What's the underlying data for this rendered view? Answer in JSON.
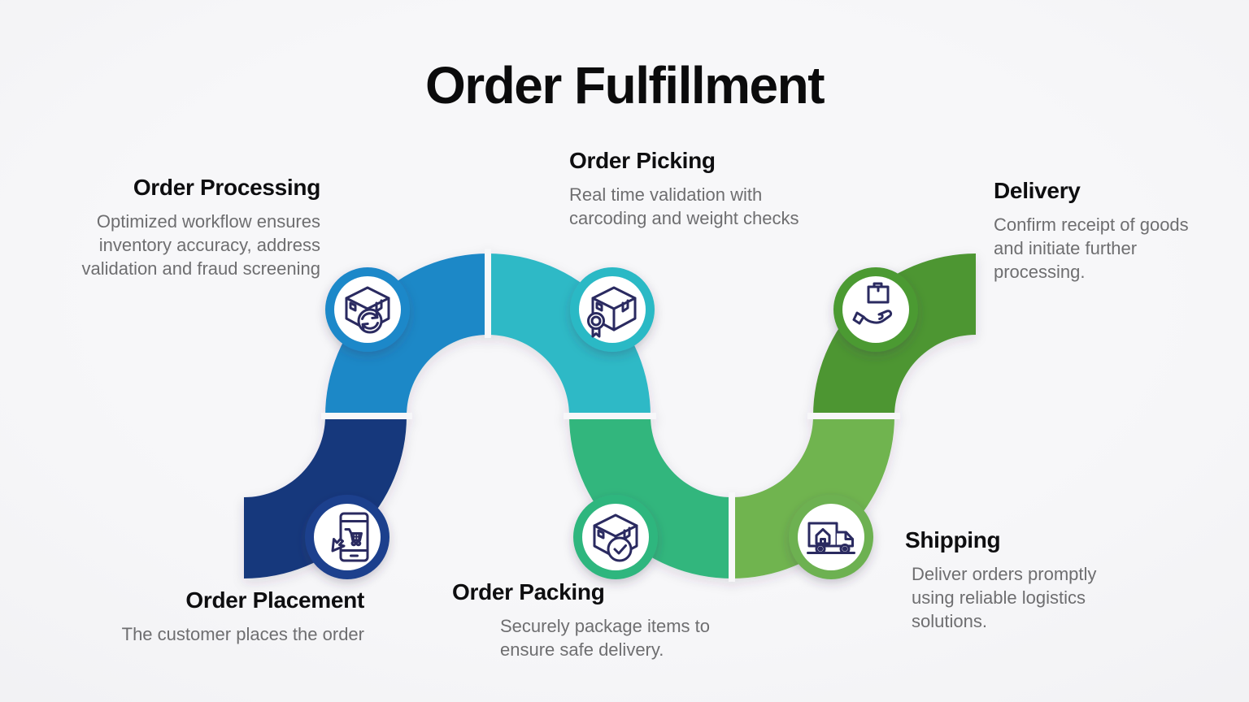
{
  "title": "Order Fulfillment",
  "colors": {
    "background": "#f4f4f6",
    "seam": "#f7f7f9",
    "heading_text": "#0e0e10",
    "body_text": "#6e6e70",
    "icon_stroke": "#2b2a60",
    "icon_fill": "#ffffff"
  },
  "steps": [
    {
      "id": "order-placement",
      "title": "Order Placement",
      "description": "The customer places the order",
      "icon": "phone-cart-icon",
      "segment_color": "#14377c",
      "ring_color": "#1a418d"
    },
    {
      "id": "order-processing",
      "title": "Order Processing",
      "description": "Optimized workflow ensures\ninventory accuracy, address\nvalidation and fraud screening",
      "icon": "box-refresh-icon",
      "segment_color": "#1f88c7",
      "ring_color": "#1d88c9"
    },
    {
      "id": "order-picking",
      "title": "Order Picking",
      "description": "Real time validation with\ncarcoding and weight checks",
      "icon": "box-badge-icon",
      "segment_color": "#2fb9c6",
      "ring_color": "#2cb9c5"
    },
    {
      "id": "order-packing",
      "title": "Order Packing",
      "description": "Securely package items to\nensure safe delivery.",
      "icon": "box-check-icon",
      "segment_color": "#31b67d",
      "ring_color": "#2fb67e"
    },
    {
      "id": "shipping",
      "title": "Shipping",
      "description": "Deliver orders promptly\nusing reliable logistics\nsolutions.",
      "icon": "truck-icon",
      "segment_color": "#6fb44f",
      "ring_color": "#6db151"
    },
    {
      "id": "delivery",
      "title": "Delivery",
      "description": "Confirm receipt of goods\nand initiate further\nprocessing.",
      "icon": "hand-box-icon",
      "segment_color": "#4e9630",
      "ring_color": "#4b9a31"
    }
  ]
}
